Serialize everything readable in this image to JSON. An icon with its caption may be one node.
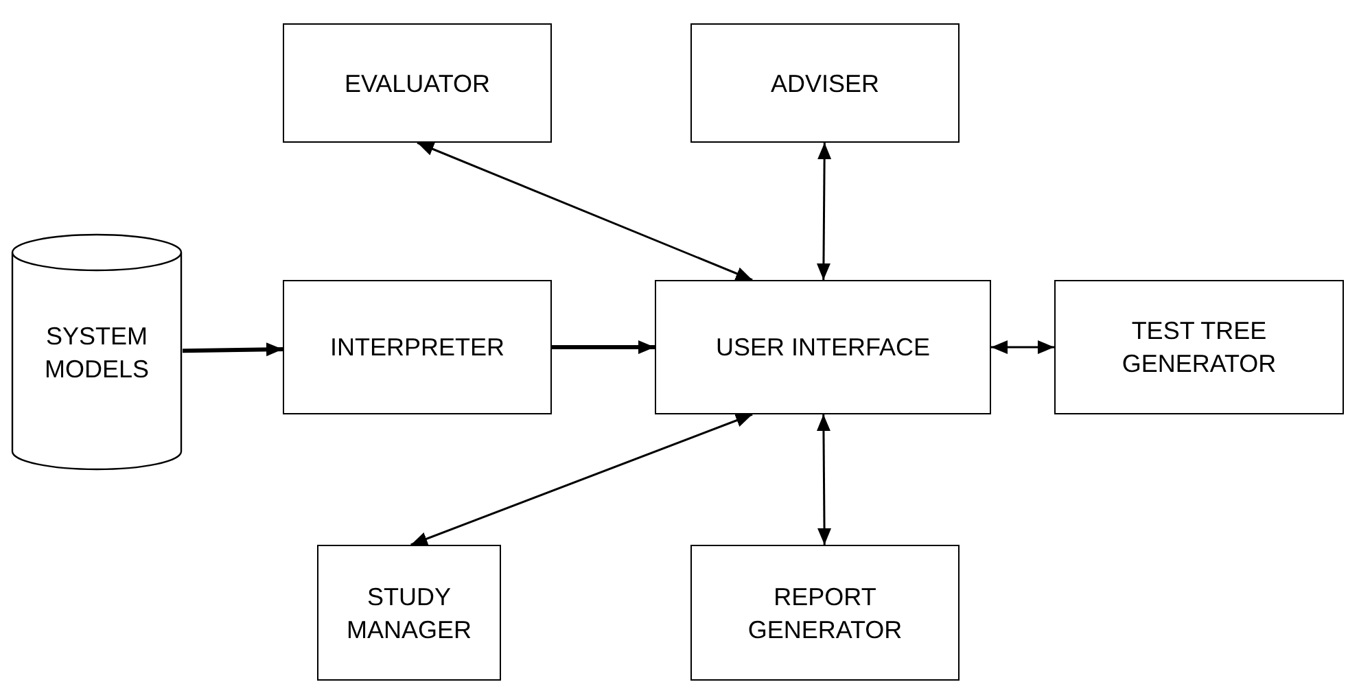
{
  "diagram": {
    "nodes": [
      {
        "text": [
          "EVALUATOR"
        ]
      },
      {
        "text": [
          "ADVISER"
        ]
      },
      {
        "text": [
          "SYSTEM MODELS"
        ]
      },
      {
        "text": [
          "INTERPRETER"
        ]
      },
      {
        "text": [
          "USER INTERFACE"
        ]
      },
      {
        "text": [
          "TEST TREE GENERATOR"
        ]
      },
      {
        "text": [
          "STUDY MANAGER"
        ]
      },
      {
        "text": [
          "REPORT GENERATOR"
        ]
      }
    ],
    "edges": [
      {
        "from": 2,
        "to": 3,
        "arrow": "to",
        "style": "thick"
      },
      {
        "from": 3,
        "to": 4,
        "arrow": "to",
        "style": "thick"
      },
      {
        "from": 0,
        "to": 4,
        "arrow": "both"
      },
      {
        "from": 1,
        "to": 4,
        "arrow": "both"
      },
      {
        "from": 4,
        "to": 5,
        "arrow": "both"
      },
      {
        "from": 4,
        "to": 6,
        "arrow": "both"
      },
      {
        "from": 4,
        "to": 7,
        "arrow": "both"
      }
    ]
  }
}
